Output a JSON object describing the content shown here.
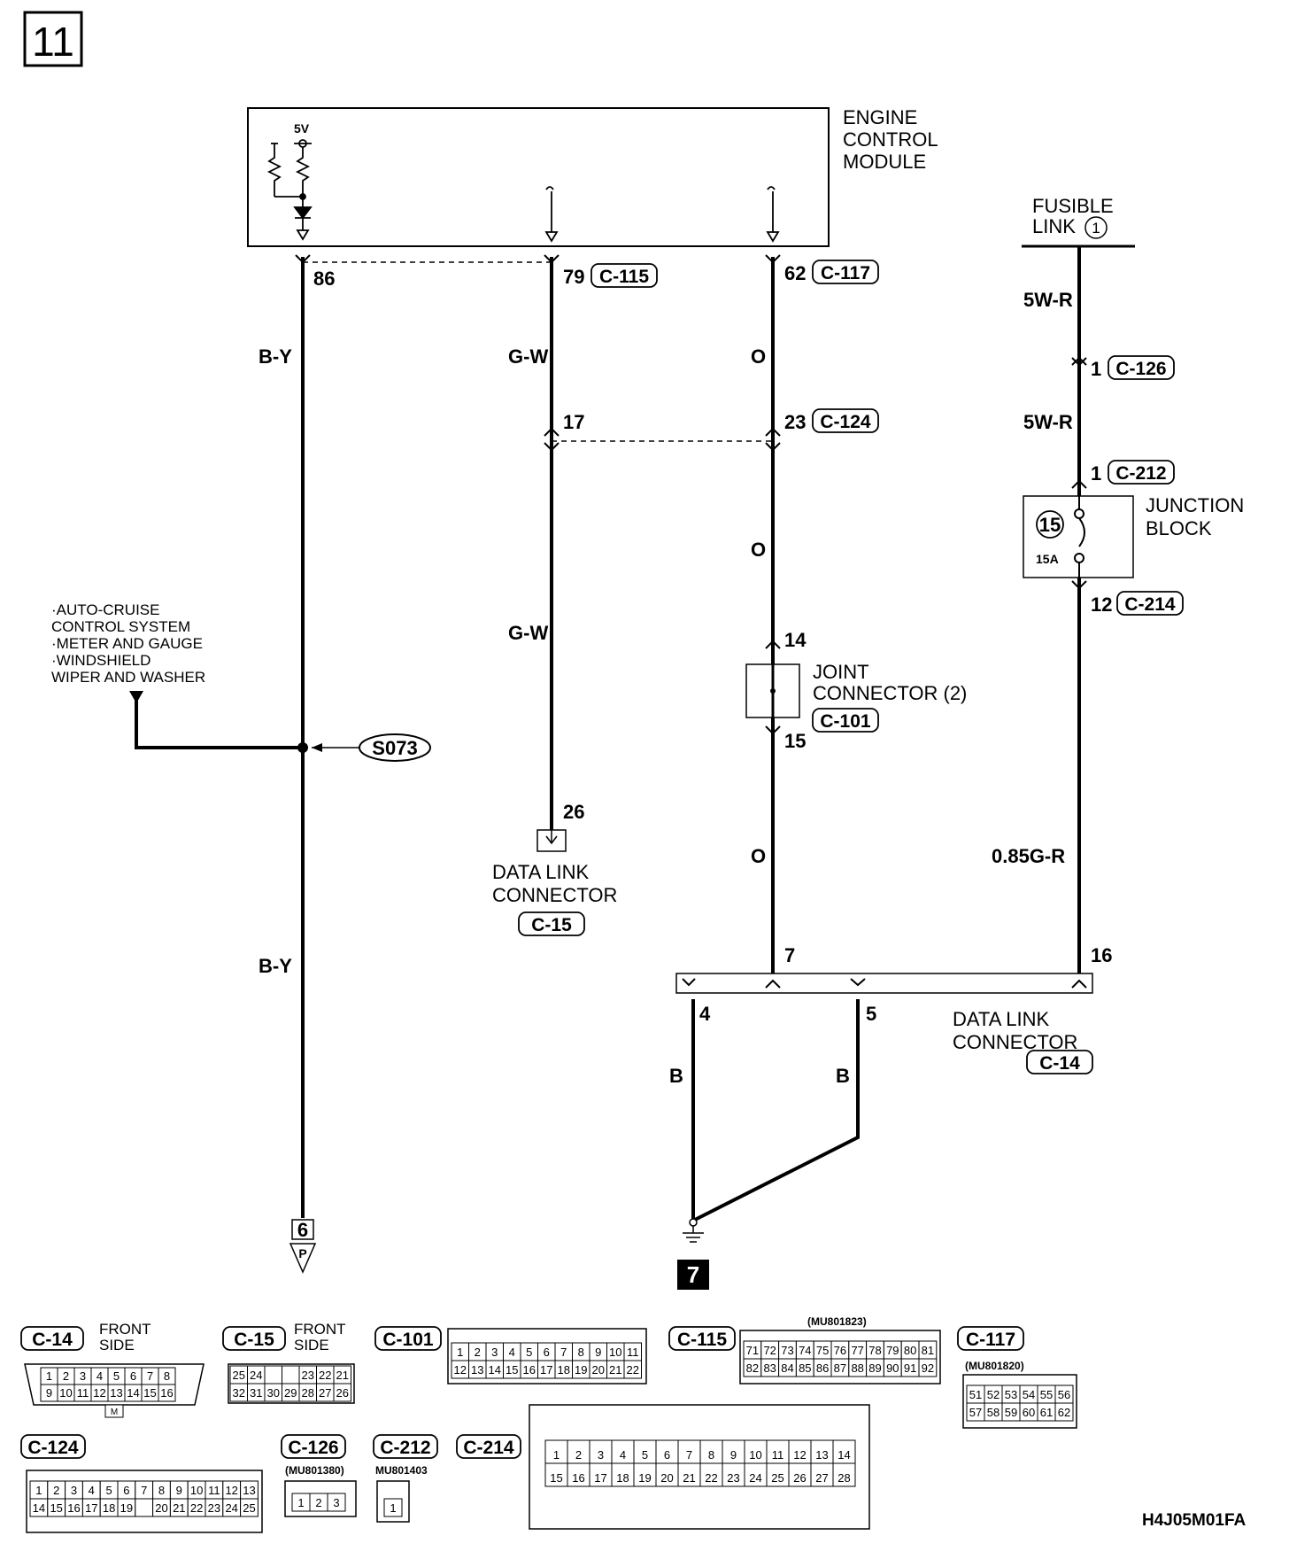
{
  "page_number": "11",
  "figure_code": "H4J05M01FA",
  "ecm": {
    "title": [
      "ENGINE",
      "CONTROL",
      "MODULE"
    ],
    "voltage": "5V"
  },
  "fusible_link": {
    "title": [
      "FUSIBLE",
      "LINK"
    ],
    "number": "1"
  },
  "junction_block": {
    "title": [
      "JUNCTION",
      "BLOCK"
    ],
    "fuse_number": "15",
    "fuse_rating": "15A"
  },
  "joint_connector": {
    "title": [
      "JOINT",
      "CONNECTOR (2)"
    ]
  },
  "data_link_upper": {
    "title": [
      "DATA LINK",
      "CONNECTOR"
    ]
  },
  "data_link_lower": {
    "title": [
      "DATA LINK",
      "CONNECTOR"
    ]
  },
  "side_note": [
    "·AUTO-CRUISE",
    " CONTROL SYSTEM",
    "·METER AND GAUGE",
    "·WINDSHIELD",
    " WIPER AND WASHER"
  ],
  "splice": "S073",
  "connectors": {
    "c115": "C-115",
    "c117": "C-117",
    "c126": "C-126",
    "c124": "C-124",
    "c212": "C-212",
    "c214": "C-214",
    "c101": "C-101",
    "c15": "C-15",
    "c14": "C-14"
  },
  "pins": {
    "p86": "86",
    "p79": "79",
    "p62": "62",
    "p17": "17",
    "p23": "23",
    "p14": "14",
    "p15": "15",
    "p26": "26",
    "p7": "7",
    "p16": "16",
    "p4": "4",
    "p5": "5",
    "p1a": "1",
    "p1b": "1",
    "p12": "12"
  },
  "wires": {
    "by1": "B-Y",
    "by2": "B-Y",
    "gw1": "G-W",
    "gw2": "G-W",
    "o1": "O",
    "o2": "O",
    "o3": "O",
    "r1": "5W-R",
    "r2": "5W-R",
    "r3": "0.85G-R",
    "b1": "B",
    "b2": "B"
  },
  "refs": {
    "ref6": "6",
    "refP": "P",
    "ground": "7"
  },
  "connector_views": {
    "c14": {
      "label": "C-14",
      "side": [
        "FRONT",
        "SIDE"
      ],
      "row1": [
        "1",
        "2",
        "3",
        "4",
        "5",
        "6",
        "7",
        "8"
      ],
      "row2": [
        "9",
        "10",
        "11",
        "12",
        "13",
        "14",
        "15",
        "16"
      ],
      "key": "M"
    },
    "c15": {
      "label": "C-15",
      "side": [
        "FRONT",
        "SIDE"
      ],
      "row1": [
        "25",
        "24",
        "",
        "",
        "23",
        "22",
        "21"
      ],
      "row2": [
        "32",
        "31",
        "30",
        "29",
        "28",
        "27",
        "26"
      ]
    },
    "c101": {
      "label": "C-101",
      "row1": [
        "1",
        "2",
        "3",
        "4",
        "5",
        "6",
        "7",
        "8",
        "9",
        "10",
        "11"
      ],
      "row2": [
        "12",
        "13",
        "14",
        "15",
        "16",
        "17",
        "18",
        "19",
        "20",
        "21",
        "22"
      ]
    },
    "c115": {
      "label": "C-115",
      "part": "(MU801823)",
      "row1": [
        "71",
        "72",
        "73",
        "74",
        "75",
        "76",
        "77",
        "78",
        "79",
        "80",
        "81"
      ],
      "row2": [
        "82",
        "83",
        "84",
        "85",
        "86",
        "87",
        "88",
        "89",
        "90",
        "91",
        "92"
      ]
    },
    "c117": {
      "label": "C-117",
      "part": "(MU801820)",
      "row1": [
        "51",
        "52",
        "53",
        "54",
        "55",
        "56"
      ],
      "row2": [
        "57",
        "58",
        "59",
        "60",
        "61",
        "62"
      ]
    },
    "c124": {
      "label": "C-124",
      "row1": [
        "1",
        "2",
        "3",
        "4",
        "5",
        "6",
        "7",
        "8",
        "9",
        "10",
        "11",
        "12",
        "13"
      ],
      "row2": [
        "14",
        "15",
        "16",
        "17",
        "18",
        "19",
        "",
        "20",
        "21",
        "22",
        "23",
        "24",
        "25"
      ]
    },
    "c126": {
      "label": "C-126",
      "part": "(MU801380)",
      "row1": [
        "1",
        "2",
        "3"
      ]
    },
    "c212": {
      "label": "C-212",
      "part": "MU801403",
      "row1": [
        "1"
      ]
    },
    "c214": {
      "label": "C-214",
      "row1": [
        "1",
        "2",
        "3",
        "4",
        "5",
        "6",
        "7",
        "8",
        "9",
        "10",
        "11",
        "12",
        "13",
        "14"
      ],
      "row2": [
        "15",
        "16",
        "17",
        "18",
        "19",
        "20",
        "21",
        "22",
        "23",
        "24",
        "25",
        "26",
        "27",
        "28"
      ]
    }
  }
}
